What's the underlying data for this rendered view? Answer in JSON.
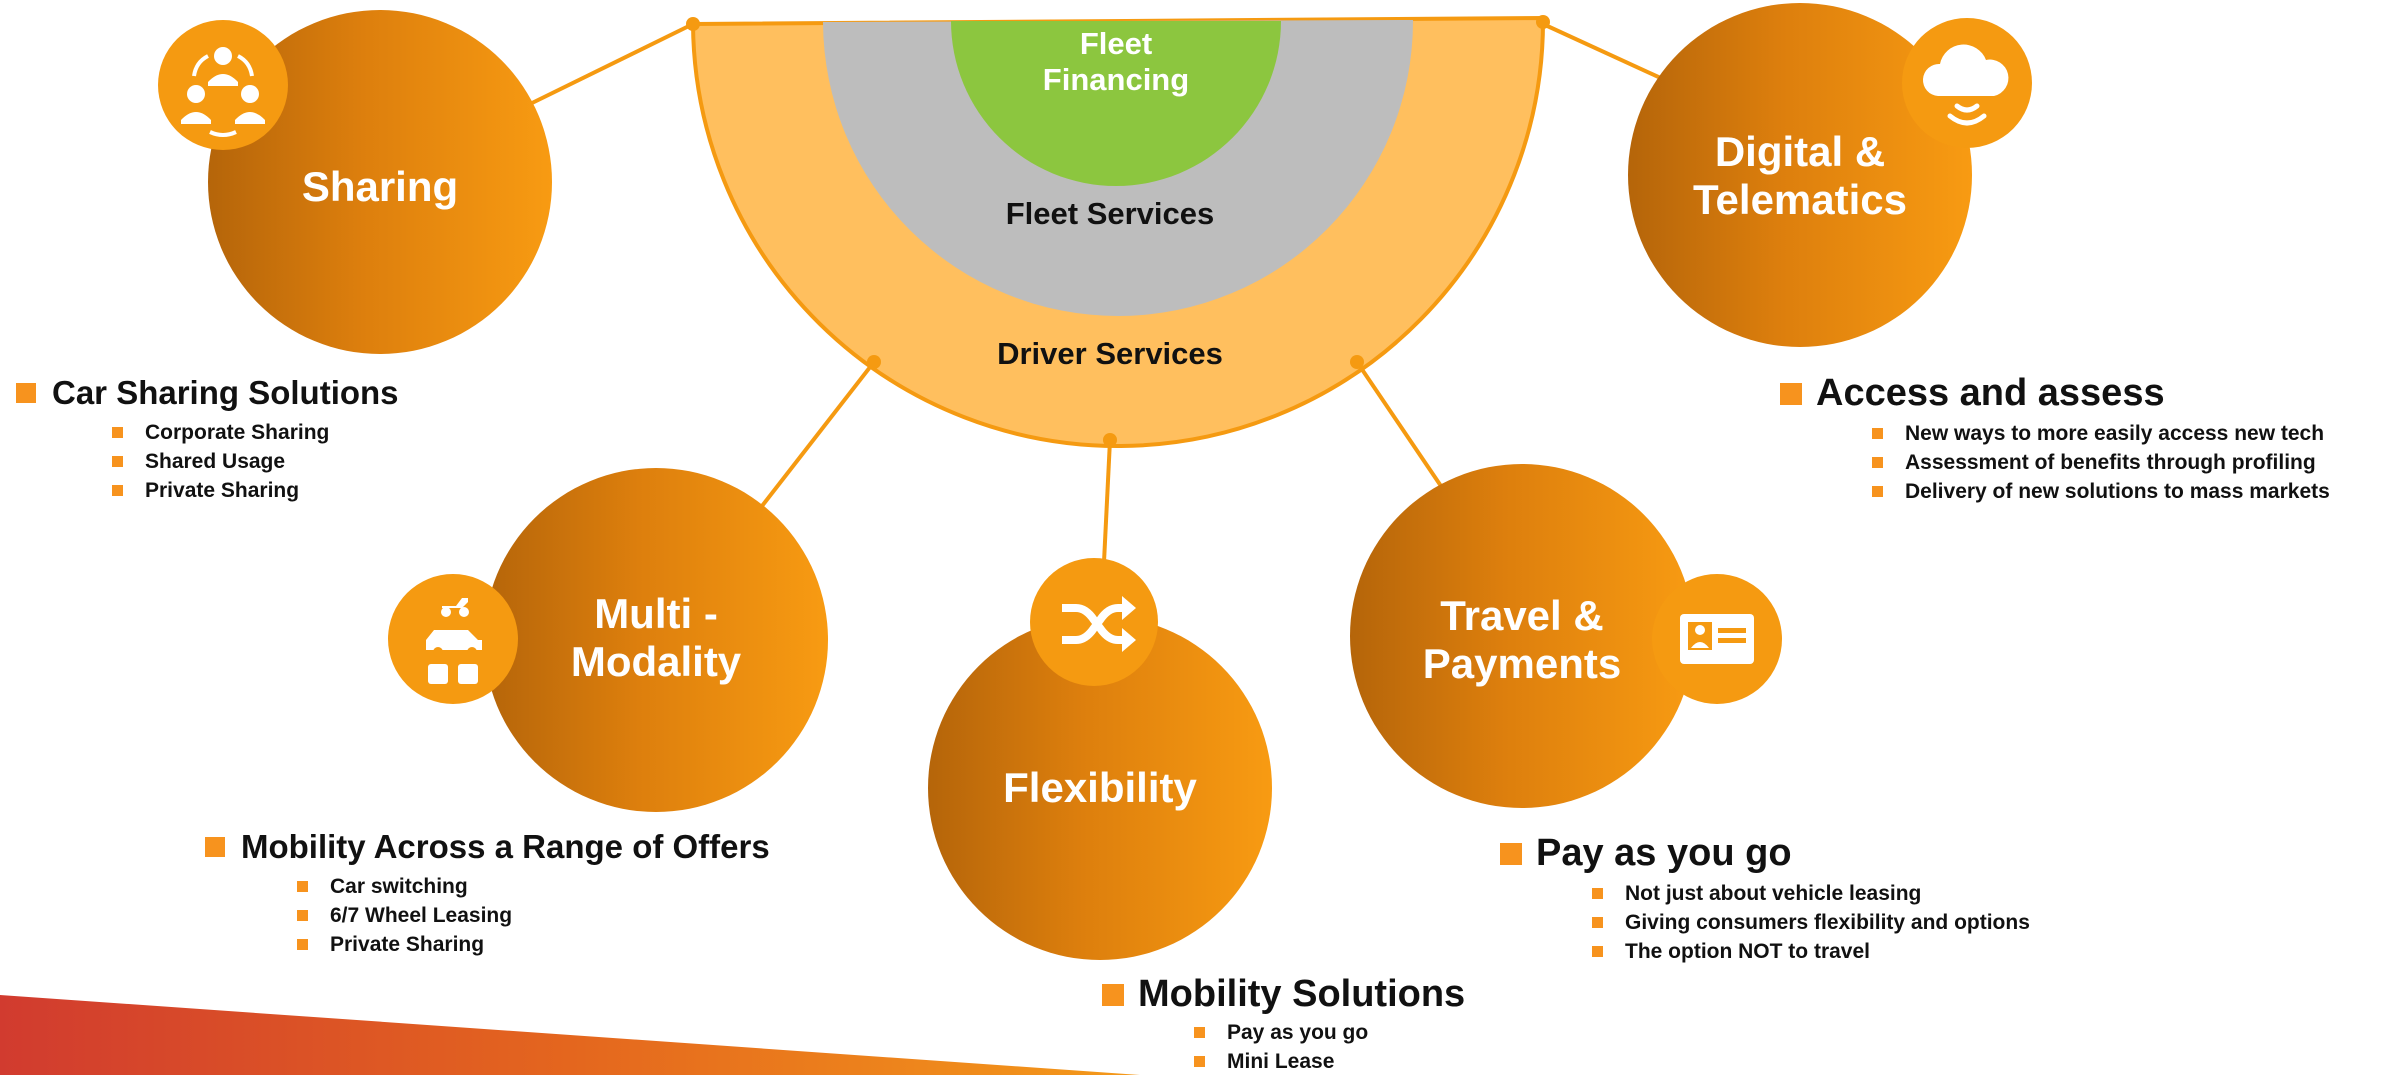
{
  "colors": {
    "orange": "#f59a11",
    "orange_dark": "#b5650a",
    "driver_ring": "#ffbf5e",
    "fleet_services": "#bdbdbd",
    "fleet_financing": "#8cc63f",
    "bullet": "#f7931e",
    "banner_red": "#d13b2f"
  },
  "center": {
    "fleet_financing": "Fleet Financing",
    "fleet_services": "Fleet Services",
    "driver_services": "Driver Services"
  },
  "circles": {
    "sharing": "Sharing",
    "digital": "Digital & Telematics",
    "multi": "Multi - Modality",
    "flexibility": "Flexibility",
    "travel": "Travel & Payments"
  },
  "icons": {
    "sharing": "people-exchange-icon",
    "digital": "cloud-signal-icon",
    "multi": "transport-modes-icon",
    "flexibility": "shuffle-icon",
    "travel": "id-card-icon"
  },
  "blocks": {
    "sharing": {
      "heading": "Car Sharing Solutions",
      "items": [
        "Corporate Sharing",
        "Shared Usage",
        "Private Sharing"
      ]
    },
    "digital": {
      "heading": "Access and assess",
      "items": [
        "New ways to more easily access new tech",
        "Assessment of benefits through profiling",
        "Delivery of new solutions to mass markets"
      ]
    },
    "multi": {
      "heading": "Mobility Across a Range of Offers",
      "items": [
        "Car switching",
        "6/7 Wheel Leasing",
        "Private Sharing"
      ]
    },
    "travel": {
      "heading": "Pay as you go",
      "items": [
        "Not just about vehicle leasing",
        "Giving consumers flexibility and options",
        "The option NOT to travel"
      ]
    },
    "flexibility": {
      "heading": "Mobility Solutions",
      "items": [
        "Pay as you go",
        "Mini Lease"
      ]
    }
  }
}
